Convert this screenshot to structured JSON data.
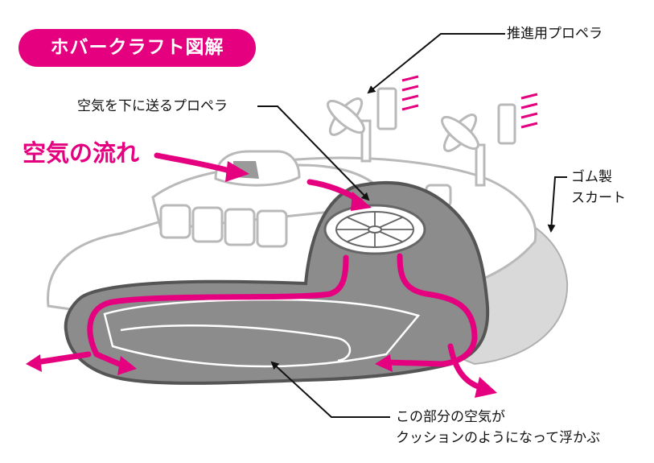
{
  "title": "ホバークラフト図解",
  "labels": {
    "propulsion_propeller": "推進用プロペラ",
    "down_propeller": "空気を下に送るプロペラ",
    "air_flow": "空気の流れ",
    "skirt_line1": "ゴム製",
    "skirt_line2": "スカート",
    "cushion_line1": "この部分の空気が",
    "cushion_line2": "クッションのようになって浮かぶ"
  },
  "colors": {
    "accent": "#e4007f",
    "hull_outline": "#b9b9b9",
    "skirt_fill": "#8c8c8c",
    "skirt_outline": "#555555",
    "text": "#111111"
  },
  "icons": [
    "propeller-icon",
    "fan-icon",
    "arrow-icon"
  ]
}
